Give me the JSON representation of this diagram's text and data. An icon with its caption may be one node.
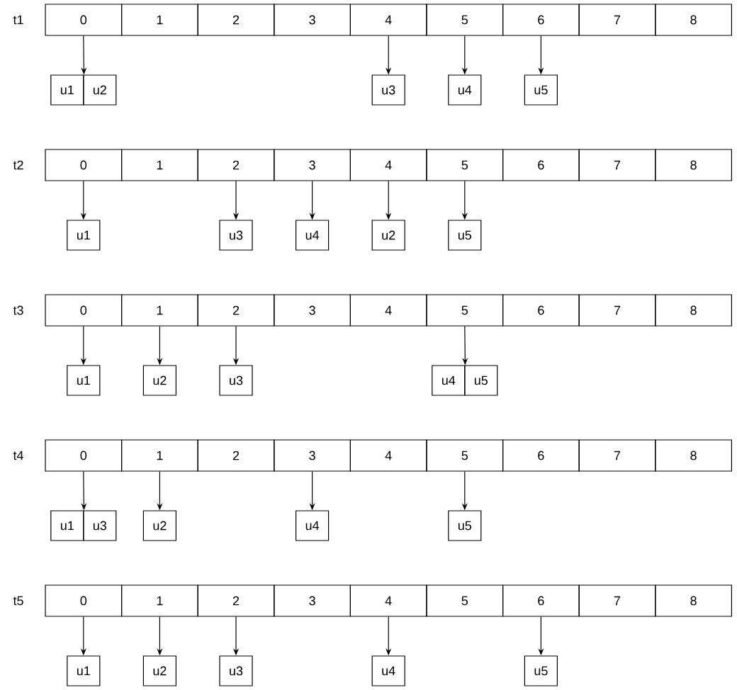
{
  "diagram": {
    "nodes": [
      {
        "text": [
          "0"
        ]
      },
      {
        "text": [
          "1"
        ]
      },
      {
        "text": [
          "2"
        ]
      },
      {
        "text": [
          "3"
        ]
      },
      {
        "text": [
          "4"
        ]
      },
      {
        "text": [
          "5"
        ]
      },
      {
        "text": [
          "6"
        ]
      },
      {
        "text": [
          "7"
        ]
      },
      {
        "text": [
          "8"
        ]
      },
      {
        "text": [
          "u1"
        ]
      },
      {
        "text": [
          "u2"
        ]
      },
      {
        "text": [
          "u3"
        ]
      },
      {
        "text": [
          "u4"
        ]
      },
      {
        "text": [
          "u5"
        ]
      },
      {
        "text": [
          "0"
        ]
      },
      {
        "text": [
          "1"
        ]
      },
      {
        "text": [
          "2"
        ]
      },
      {
        "text": [
          "3"
        ]
      },
      {
        "text": [
          "4"
        ]
      },
      {
        "text": [
          "5"
        ]
      },
      {
        "text": [
          "6"
        ]
      },
      {
        "text": [
          "7"
        ]
      },
      {
        "text": [
          "8"
        ]
      },
      {
        "text": [
          "u1"
        ]
      },
      {
        "text": [
          "u3"
        ]
      },
      {
        "text": [
          "u4"
        ]
      },
      {
        "text": [
          "u2"
        ]
      },
      {
        "text": [
          "u5"
        ]
      },
      {
        "text": [
          "0"
        ]
      },
      {
        "text": [
          "1"
        ]
      },
      {
        "text": [
          "2"
        ]
      },
      {
        "text": [
          "3"
        ]
      },
      {
        "text": [
          "4"
        ]
      },
      {
        "text": [
          "5"
        ]
      },
      {
        "text": [
          "6"
        ]
      },
      {
        "text": [
          "7"
        ]
      },
      {
        "text": [
          "8"
        ]
      },
      {
        "text": [
          "u1"
        ]
      },
      {
        "text": [
          "u2"
        ]
      },
      {
        "text": [
          "u3"
        ]
      },
      {
        "text": [
          "u4"
        ]
      },
      {
        "text": [
          "u5"
        ]
      },
      {
        "text": [
          "0"
        ]
      },
      {
        "text": [
          "1"
        ]
      },
      {
        "text": [
          "2"
        ]
      },
      {
        "text": [
          "3"
        ]
      },
      {
        "text": [
          "4"
        ]
      },
      {
        "text": [
          "5"
        ]
      },
      {
        "text": [
          "6"
        ]
      },
      {
        "text": [
          "7"
        ]
      },
      {
        "text": [
          "8"
        ]
      },
      {
        "text": [
          "u1"
        ]
      },
      {
        "text": [
          "u3"
        ]
      },
      {
        "text": [
          "u2"
        ]
      },
      {
        "text": [
          "u4"
        ]
      },
      {
        "text": [
          "u5"
        ]
      },
      {
        "text": [
          "0"
        ]
      },
      {
        "text": [
          "1"
        ]
      },
      {
        "text": [
          "2"
        ]
      },
      {
        "text": [
          "3"
        ]
      },
      {
        "text": [
          "4"
        ]
      },
      {
        "text": [
          "5"
        ]
      },
      {
        "text": [
          "6"
        ]
      },
      {
        "text": [
          "7"
        ]
      },
      {
        "text": [
          "8"
        ]
      },
      {
        "text": [
          "u1"
        ]
      },
      {
        "text": [
          "u2"
        ]
      },
      {
        "text": [
          "u3"
        ]
      },
      {
        "text": [
          "u4"
        ]
      },
      {
        "text": [
          "u5"
        ]
      }
    ],
    "edges": [
      {
        "from": 0,
        "to": 9,
        "arrow": "to"
      },
      {
        "from": 0,
        "to": 10,
        "arrow": "to"
      },
      {
        "from": 4,
        "to": 11,
        "arrow": "to"
      },
      {
        "from": 5,
        "to": 12,
        "arrow": "to"
      },
      {
        "from": 6,
        "to": 13,
        "arrow": "to"
      },
      {
        "from": 14,
        "to": 23,
        "arrow": "to"
      },
      {
        "from": 16,
        "to": 24,
        "arrow": "to"
      },
      {
        "from": 17,
        "to": 25,
        "arrow": "to"
      },
      {
        "from": 18,
        "to": 26,
        "arrow": "to"
      },
      {
        "from": 19,
        "to": 27,
        "arrow": "to"
      },
      {
        "from": 28,
        "to": 37,
        "arrow": "to"
      },
      {
        "from": 29,
        "to": 38,
        "arrow": "to"
      },
      {
        "from": 30,
        "to": 39,
        "arrow": "to"
      },
      {
        "from": 33,
        "to": 40,
        "arrow": "to"
      },
      {
        "from": 33,
        "to": 41,
        "arrow": "to"
      },
      {
        "from": 42,
        "to": 51,
        "arrow": "to"
      },
      {
        "from": 42,
        "to": 52,
        "arrow": "to"
      },
      {
        "from": 43,
        "to": 53,
        "arrow": "to"
      },
      {
        "from": 45,
        "to": 54,
        "arrow": "to"
      },
      {
        "from": 47,
        "to": 55,
        "arrow": "to"
      },
      {
        "from": 56,
        "to": 65,
        "arrow": "to"
      },
      {
        "from": 57,
        "to": 66,
        "arrow": "to"
      },
      {
        "from": 58,
        "to": 67,
        "arrow": "to"
      },
      {
        "from": 60,
        "to": 68,
        "arrow": "to"
      },
      {
        "from": 62,
        "to": 69,
        "arrow": "to"
      }
    ],
    "labels": [
      "t1",
      "t2",
      "t3",
      "t4",
      "t5"
    ]
  }
}
